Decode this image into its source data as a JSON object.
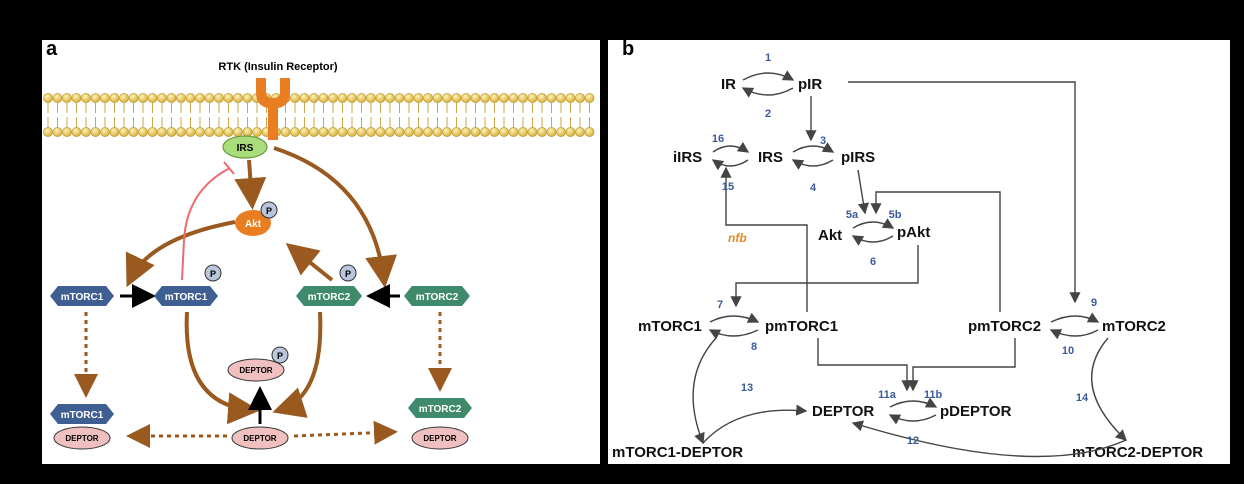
{
  "panel_a": {
    "label": "a",
    "receptor": "RTK (Insulin Receptor)",
    "irs": "IRS",
    "akt": "Akt",
    "p": "P",
    "mtorc1": "mTORC1",
    "mtorc2": "mTORC2",
    "deptor": "DEPTOR"
  },
  "panel_b": {
    "label": "b",
    "nodes": {
      "IR": "IR",
      "pIR": "pIR",
      "iIRS": "iIRS",
      "IRS": "IRS",
      "pIRS": "pIRS",
      "Akt": "Akt",
      "pAkt": "pAkt",
      "mTORC1": "mTORC1",
      "pmTORC1": "pmTORC1",
      "pmTORC2": "pmTORC2",
      "mTORC2": "mTORC2",
      "DEPTOR": "DEPTOR",
      "pDEPTOR": "pDEPTOR",
      "mTORC1_DEPTOR": "mTORC1-DEPTOR",
      "mTORC2_DEPTOR": "mTORC2-DEPTOR"
    },
    "nfb": "nfb",
    "reactions": [
      "1",
      "2",
      "3",
      "4",
      "5a",
      "5b",
      "6",
      "7",
      "8",
      "9",
      "10",
      "11a",
      "11b",
      "12",
      "13",
      "14",
      "15",
      "16"
    ]
  },
  "colors": {
    "brown": "#9a5a1f",
    "orange": "#e87d22",
    "blue_node": "#3f5f93",
    "green_node": "#3e8a6a",
    "pink_node": "#f0bfbf",
    "irs_green": "#a9dc7a",
    "membrane": "#f0d77a",
    "red_inhibit": "#ef6a6a",
    "number_blue": "#3a5a9c",
    "nfb_orange": "#e38b2a"
  }
}
